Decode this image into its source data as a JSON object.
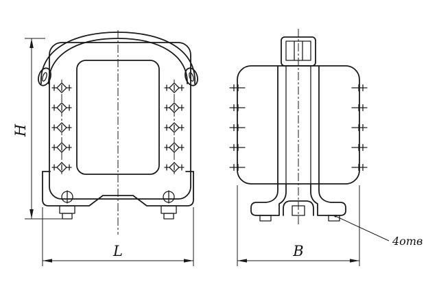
{
  "labels": {
    "height": "H",
    "length": "L",
    "width": "B",
    "holes": "4отв"
  },
  "colors": {
    "line": "#1a1a1a",
    "background": "#ffffff"
  }
}
